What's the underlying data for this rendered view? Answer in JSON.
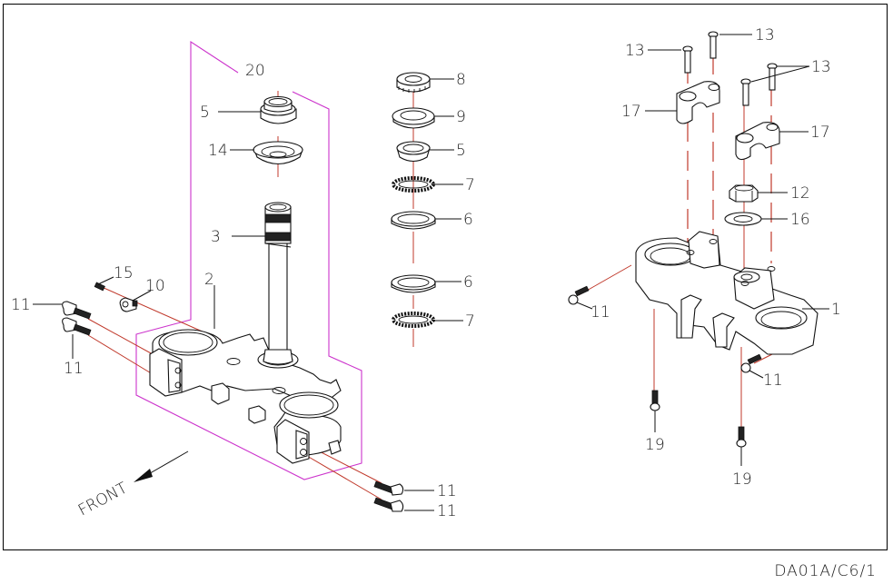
{
  "drawing": {
    "code": "DA01A/C6/1",
    "direction_label": "FRONT",
    "colors": {
      "line": "#111111",
      "axis": "#c0392b",
      "group_outline": "#cc33cc",
      "background": "#ffffff"
    }
  },
  "callouts": {
    "c20": "20",
    "c5a": "5",
    "c14": "14",
    "c3": "3",
    "c2": "2",
    "c15": "15",
    "c10": "10",
    "c11a": "11",
    "c11b": "11",
    "c11c": "11",
    "c11d": "11",
    "c8": "8",
    "c9": "9",
    "c5b": "5",
    "c7a": "7",
    "c6a": "6",
    "c6b": "6",
    "c7b": "7",
    "c13a": "13",
    "c13b": "13",
    "c13c": "13",
    "c17a": "17",
    "c17b": "17",
    "c12": "12",
    "c16": "16",
    "c1": "1",
    "c11e": "11",
    "c11f": "11",
    "c19a": "19",
    "c19b": "19"
  }
}
